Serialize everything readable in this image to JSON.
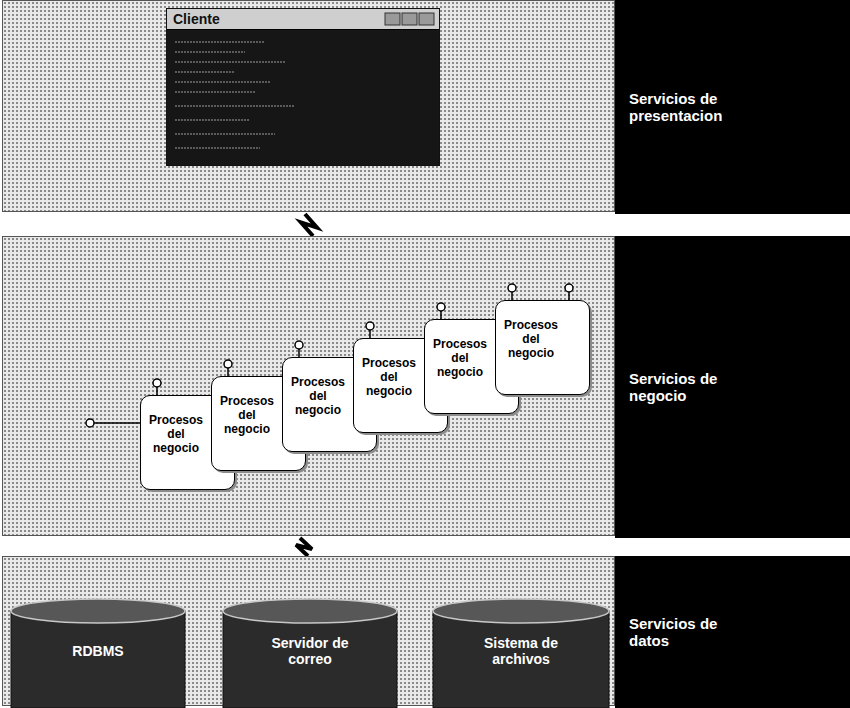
{
  "diagram": {
    "nodes": [
      {
        "text": [
          "Servicios de presentacion"
        ]
      },
      {
        "text": [
          "Cliente"
        ],
        "in": 0
      },
      {
        "text": [
          "Servicios de negocio"
        ]
      },
      {
        "text": [
          "Procesos del negocio"
        ],
        "in": 2
      },
      {
        "text": [
          "Procesos del negocio"
        ],
        "in": 2
      },
      {
        "text": [
          "Procesos del negocio"
        ],
        "in": 2
      },
      {
        "text": [
          "Procesos del negocio"
        ],
        "in": 2
      },
      {
        "text": [
          "Procesos del negocio"
        ],
        "in": 2
      },
      {
        "text": [
          "Procesos del negocio"
        ],
        "in": 2
      },
      {
        "text": [
          "Servicios de datos"
        ]
      },
      {
        "text": [
          "RDBMS"
        ],
        "in": 9
      },
      {
        "text": [
          "Servidor de correo"
        ],
        "in": 9
      },
      {
        "text": [
          "Sistema de archivos"
        ],
        "in": 9
      }
    ],
    "edges": [
      {
        "from": 0,
        "to": 2,
        "arrow": "none"
      },
      {
        "from": 2,
        "to": 9,
        "arrow": "none"
      }
    ]
  }
}
